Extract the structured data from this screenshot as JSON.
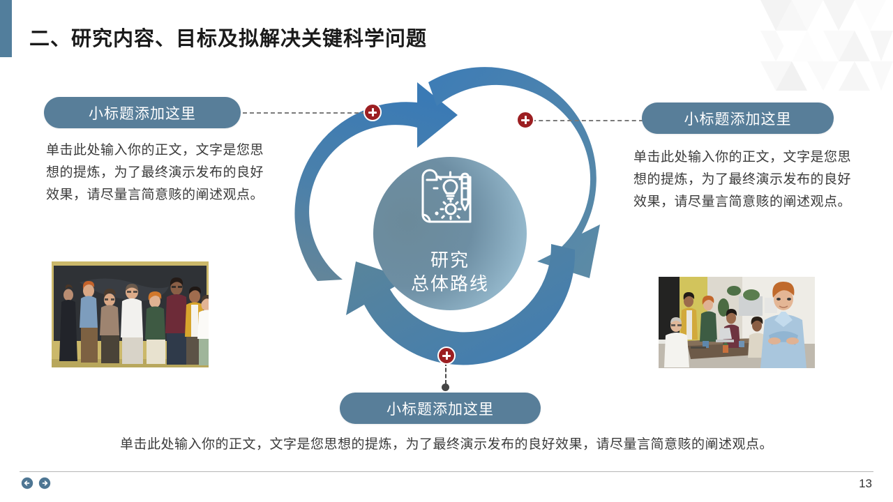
{
  "slide": {
    "title": "二、研究内容、目标及拟解决关键科学问题",
    "page_number": "13",
    "accent_color": "#527e9c",
    "pill_color": "#587e99",
    "marker_color": "#9c1f22",
    "arrow_gradient_from": "#3a7ab5",
    "arrow_gradient_to": "#5f8396"
  },
  "center": {
    "line1": "研究",
    "line2": "总体路线",
    "icon": "research-scroll-lightbulb-pencil-gear-icon"
  },
  "blocks": {
    "left": {
      "pill_label": "小标题添加这里",
      "body": "单击此处输入你的正文，文字是您思想的提炼，为了最终演示发布的良好效果，请尽量言简意赅的阐述观点。",
      "photo_alt": "group-photo-eight-people-chalkboard"
    },
    "right": {
      "pill_label": "小标题添加这里",
      "body": "单击此处输入你的正文，文字是您思想的提炼，为了最终演示发布的良好效果，请尽量言简意赅的阐述观点。",
      "photo_alt": "office-team-meeting-photo"
    },
    "bottom": {
      "pill_label": "小标题添加这里",
      "body": "单击此处输入你的正文，文字是您思想的提炼，为了最终演示发布的良好效果，请尽量言简意赅的阐述观点。"
    }
  },
  "markers": [
    {
      "name": "plus-marker-1",
      "glyph": "+"
    },
    {
      "name": "plus-marker-2",
      "glyph": "+"
    },
    {
      "name": "plus-marker-3",
      "glyph": "+"
    }
  ],
  "footer": {
    "back_icon": "arrow-left-circle-icon",
    "next_icon": "arrow-right-circle-icon"
  }
}
